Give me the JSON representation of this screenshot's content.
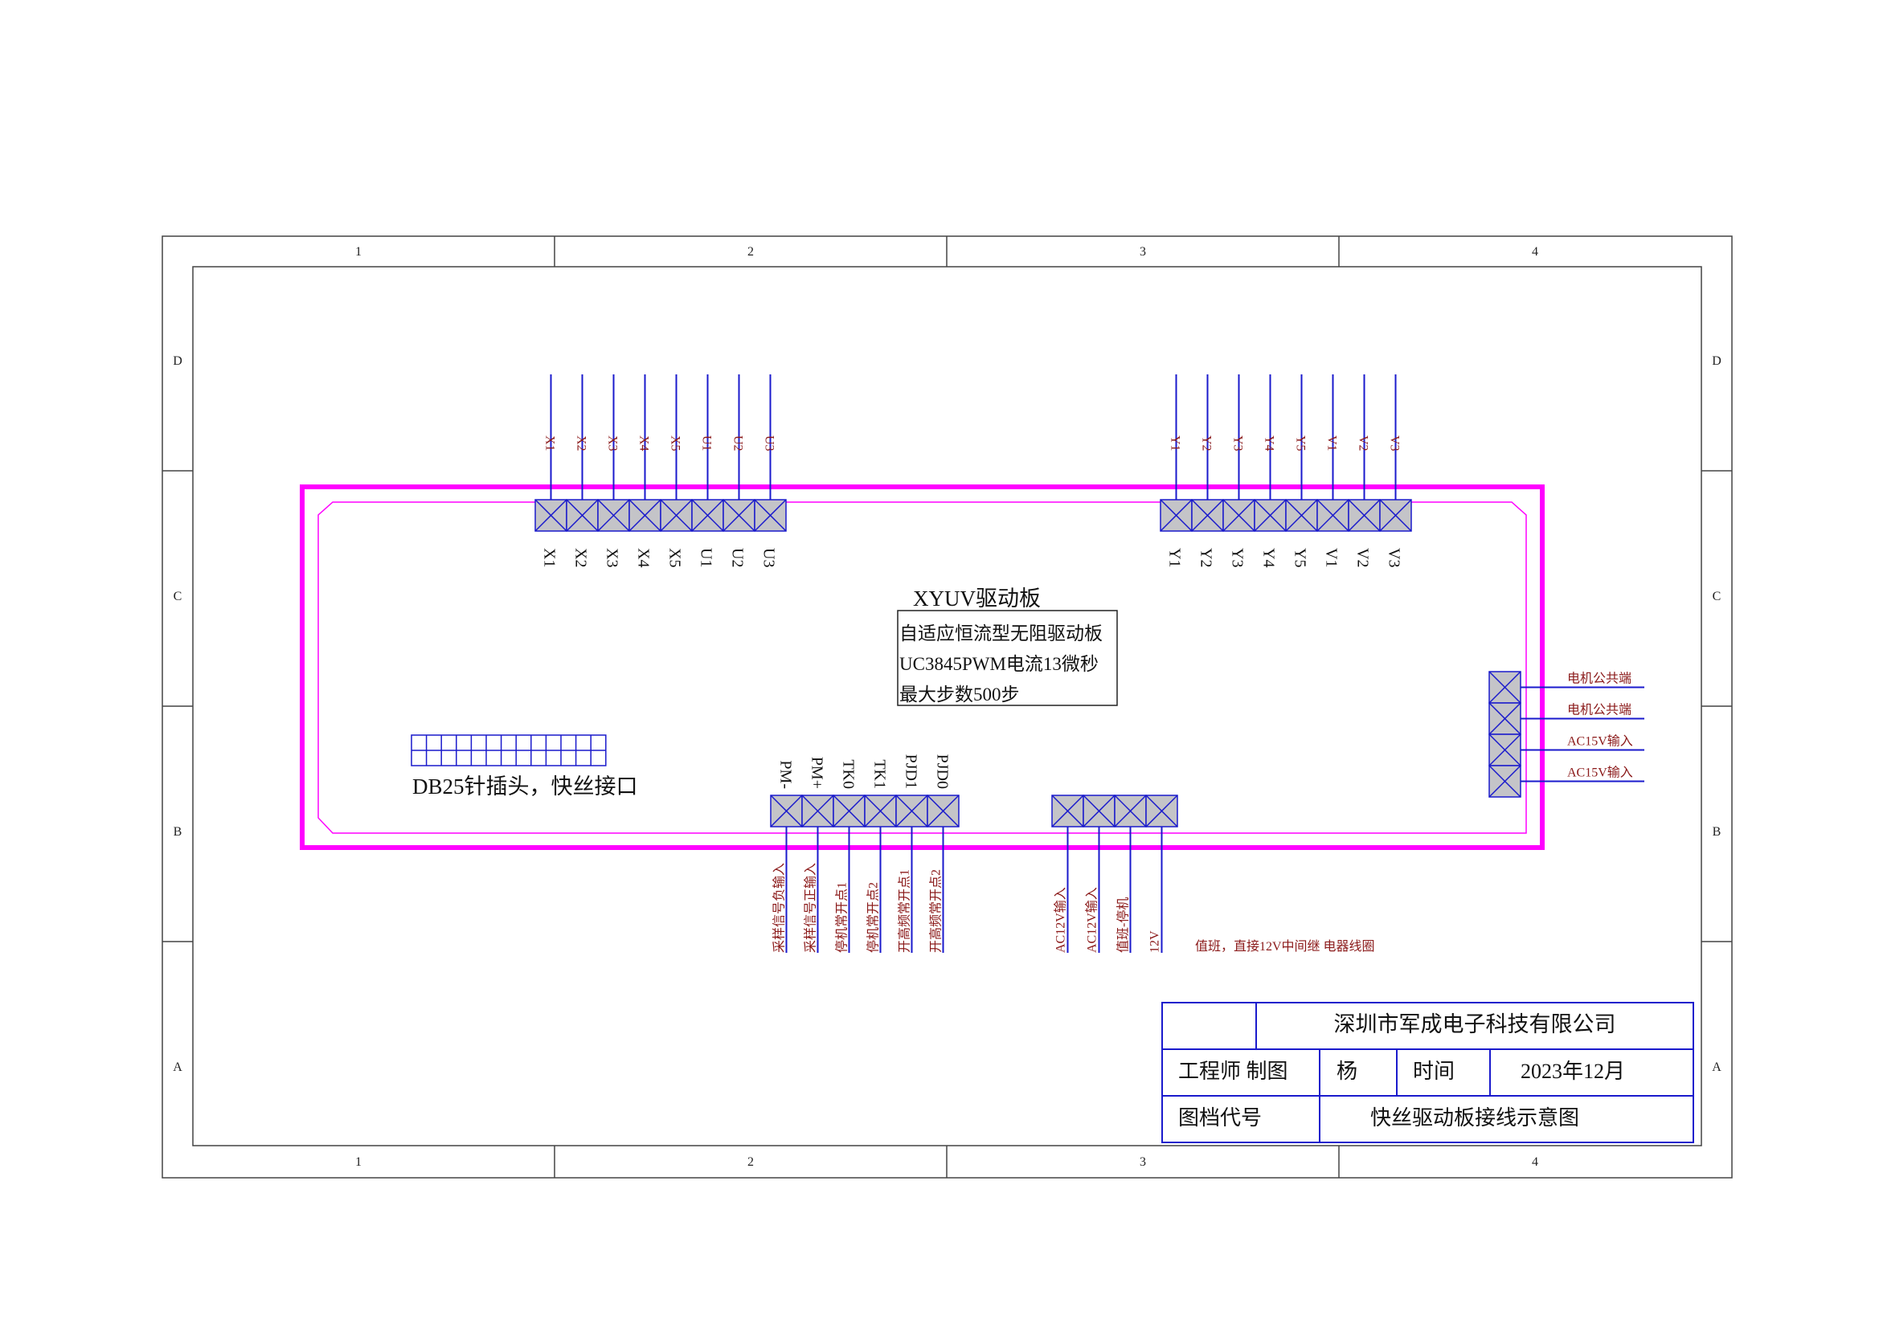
{
  "frame": {
    "col_labels": [
      "1",
      "2",
      "3",
      "4"
    ],
    "row_labels": [
      "D",
      "C",
      "B",
      "A"
    ]
  },
  "board": {
    "title": "XYUV驱动板",
    "spec_lines": [
      "自适应恒流型无阻驱动板",
      "UC3845PWM电流13微秒",
      "最大步数500步"
    ],
    "db25_label": "DB25针插头，快丝接口"
  },
  "connectors": {
    "left_top": {
      "outer_labels": [
        "X1",
        "X2",
        "X3",
        "X4",
        "X5",
        "U1",
        "U2",
        "U3"
      ],
      "inner_labels": [
        "X1",
        "X2",
        "X3",
        "X4",
        "X5",
        "U1",
        "U2",
        "U3"
      ]
    },
    "right_top": {
      "outer_labels": [
        "Y1",
        "Y2",
        "Y3",
        "Y4",
        "Y5",
        "V1",
        "V2",
        "V3"
      ],
      "inner_labels": [
        "Y1",
        "Y2",
        "Y3",
        "Y4",
        "Y5",
        "V1",
        "V2",
        "V3"
      ]
    },
    "bottom_signal": {
      "inner_labels": [
        "PM-",
        "PM+",
        "TK0",
        "TK1",
        "PJD1",
        "PJD0"
      ],
      "outer_labels": [
        "采样信号负输入",
        "采样信号正输入",
        "停机常开点1",
        "停机常开点2",
        "开高频常开点1",
        "开高频常开点2"
      ]
    },
    "bottom_power": {
      "outer_labels": [
        "AC12V输入",
        "AC12V输入",
        "值班-停机",
        "12V"
      ],
      "note": "值班，直接12V中间继 电器线圈"
    },
    "right_side": {
      "outer_labels": [
        "电机公共端",
        "电机公共端",
        "AC15V输入",
        "AC15V输入"
      ]
    }
  },
  "title_block": {
    "company": "深圳市军成电子科技有限公司",
    "engineer_label": "工程师 制图",
    "engineer_name": "杨",
    "time_label": "时间",
    "time_value": "2023年12月",
    "doc_code_label": "图档代号",
    "drawing_name": "快丝驱动板接线示意图"
  },
  "colors": {
    "board_outline": "#ff00ff",
    "wire": "#1a1acc",
    "terminal_fill": "#c4c4c8",
    "red_text": "#8b1a1a",
    "frame": "#444444"
  }
}
